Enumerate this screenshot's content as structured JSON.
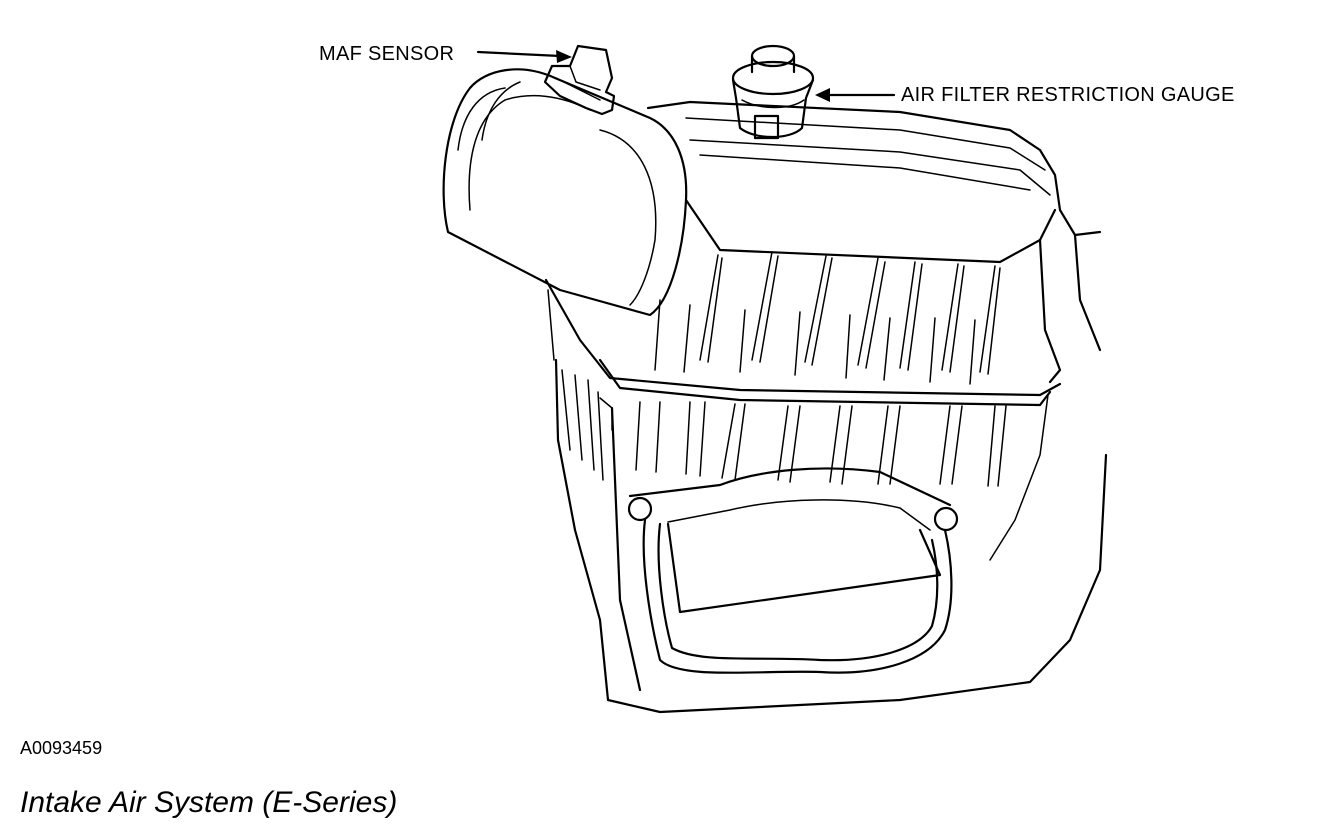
{
  "callouts": {
    "maf_sensor": "MAF SENSOR",
    "air_filter_gauge": "AIR FILTER RESTRICTION GAUGE"
  },
  "figure_id": "A0093459",
  "caption": "Intake Air System (E-Series)"
}
